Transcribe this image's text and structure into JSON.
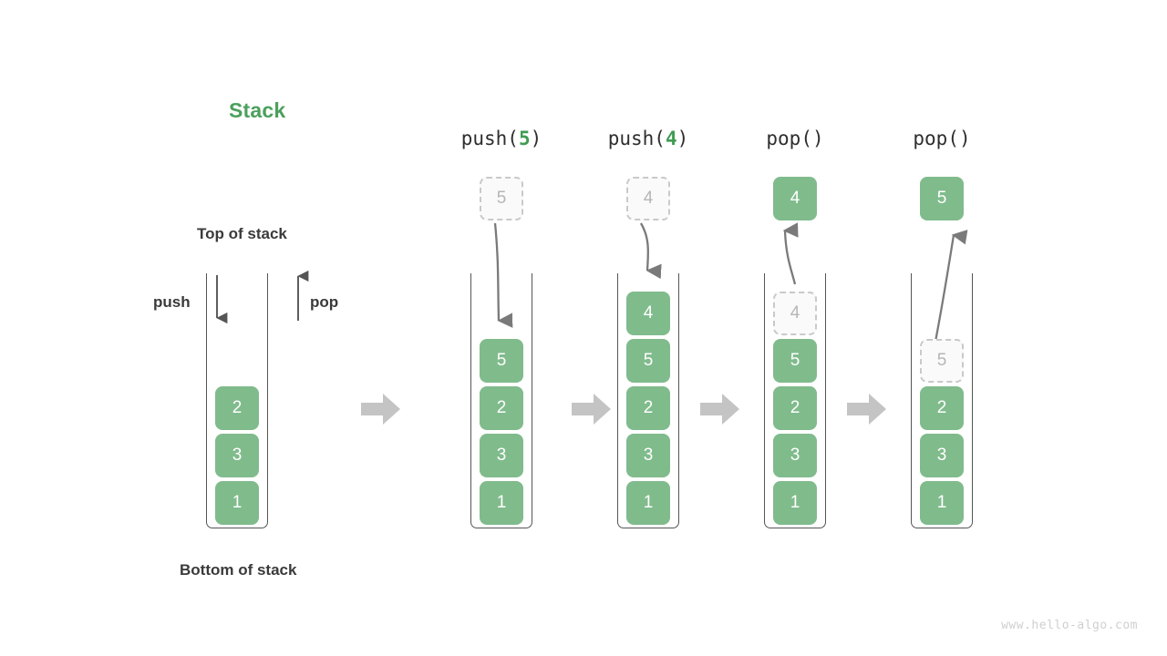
{
  "title": "Stack",
  "title_color": "#4ba05d",
  "accent_green": "#80bb8c",
  "ghost_gray": "#b6b6b6",
  "arrow_gray": "#7a7a7a",
  "block_arrow_gray": "#c4c4c4",
  "annotations": {
    "top_of_stack": "Top of stack",
    "bottom_of_stack": "Bottom of stack",
    "push": "push",
    "pop": "pop"
  },
  "initial_stack": {
    "label": "",
    "elements_bottom_to_top": [
      "1",
      "3",
      "2"
    ]
  },
  "steps": [
    {
      "header_prefix": "push(",
      "header_arg": "5",
      "header_suffix": ")",
      "header_full": "push(5)",
      "operation": "push",
      "float_value": "5",
      "float_style": "ghost",
      "elements_bottom_to_top": [
        "1",
        "3",
        "2",
        "5"
      ],
      "ghost_top_index": -1
    },
    {
      "header_prefix": "push(",
      "header_arg": "4",
      "header_suffix": ")",
      "header_full": "push(4)",
      "operation": "push",
      "float_value": "4",
      "float_style": "ghost",
      "elements_bottom_to_top": [
        "1",
        "3",
        "2",
        "5",
        "4"
      ],
      "ghost_top_index": -1
    },
    {
      "header_prefix": "pop(",
      "header_arg": "",
      "header_suffix": ")",
      "header_full": "pop()",
      "operation": "pop",
      "float_value": "4",
      "float_style": "solid",
      "elements_bottom_to_top": [
        "1",
        "3",
        "2",
        "5",
        "4"
      ],
      "ghost_top_index": 4
    },
    {
      "header_prefix": "pop(",
      "header_arg": "",
      "header_suffix": ")",
      "header_full": "pop()",
      "operation": "pop",
      "float_value": "5",
      "float_style": "solid",
      "elements_bottom_to_top": [
        "1",
        "3",
        "2",
        "5"
      ],
      "ghost_top_index": 3
    }
  ],
  "watermark": "www.hello-algo.com"
}
